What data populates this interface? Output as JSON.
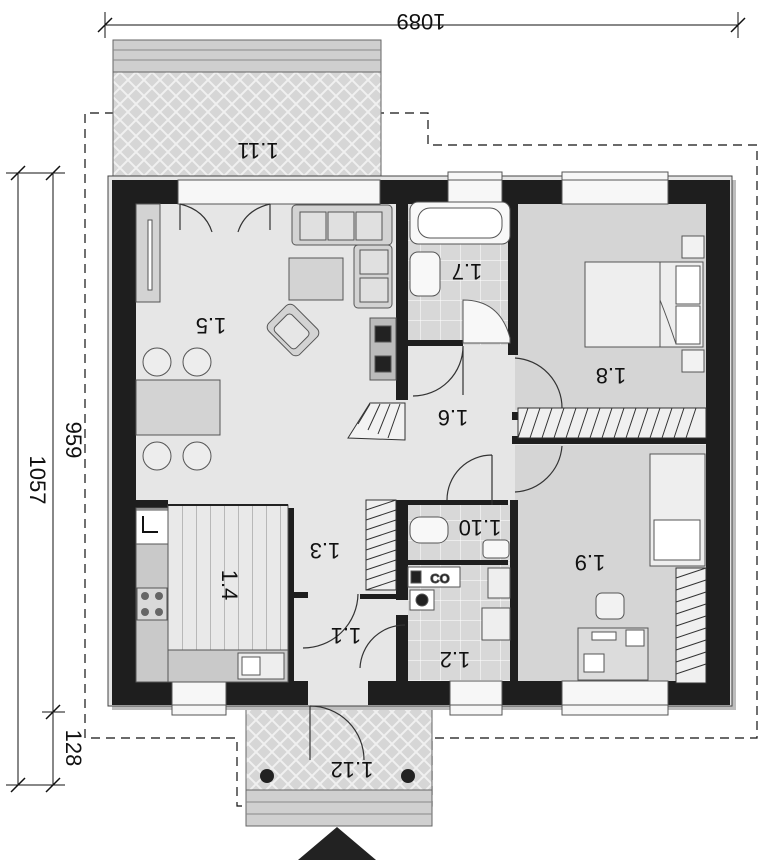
{
  "dimensions": {
    "top_width": "1089",
    "left_outer": "959",
    "left_inner": "1057",
    "left_bottom": "128"
  },
  "rooms": {
    "terrace": "1.11",
    "living": "1.5",
    "bathroom": "1.7",
    "bedroom_top": "1.8",
    "hall": "1.6",
    "stairs": "1.4",
    "corridor": "1.3",
    "wc": "1.10",
    "bedroom_bottom": "1.9",
    "entry": "1.1",
    "boiler": "1.2",
    "porch": "1.12"
  },
  "fixtures": {
    "co_label": "CO"
  }
}
